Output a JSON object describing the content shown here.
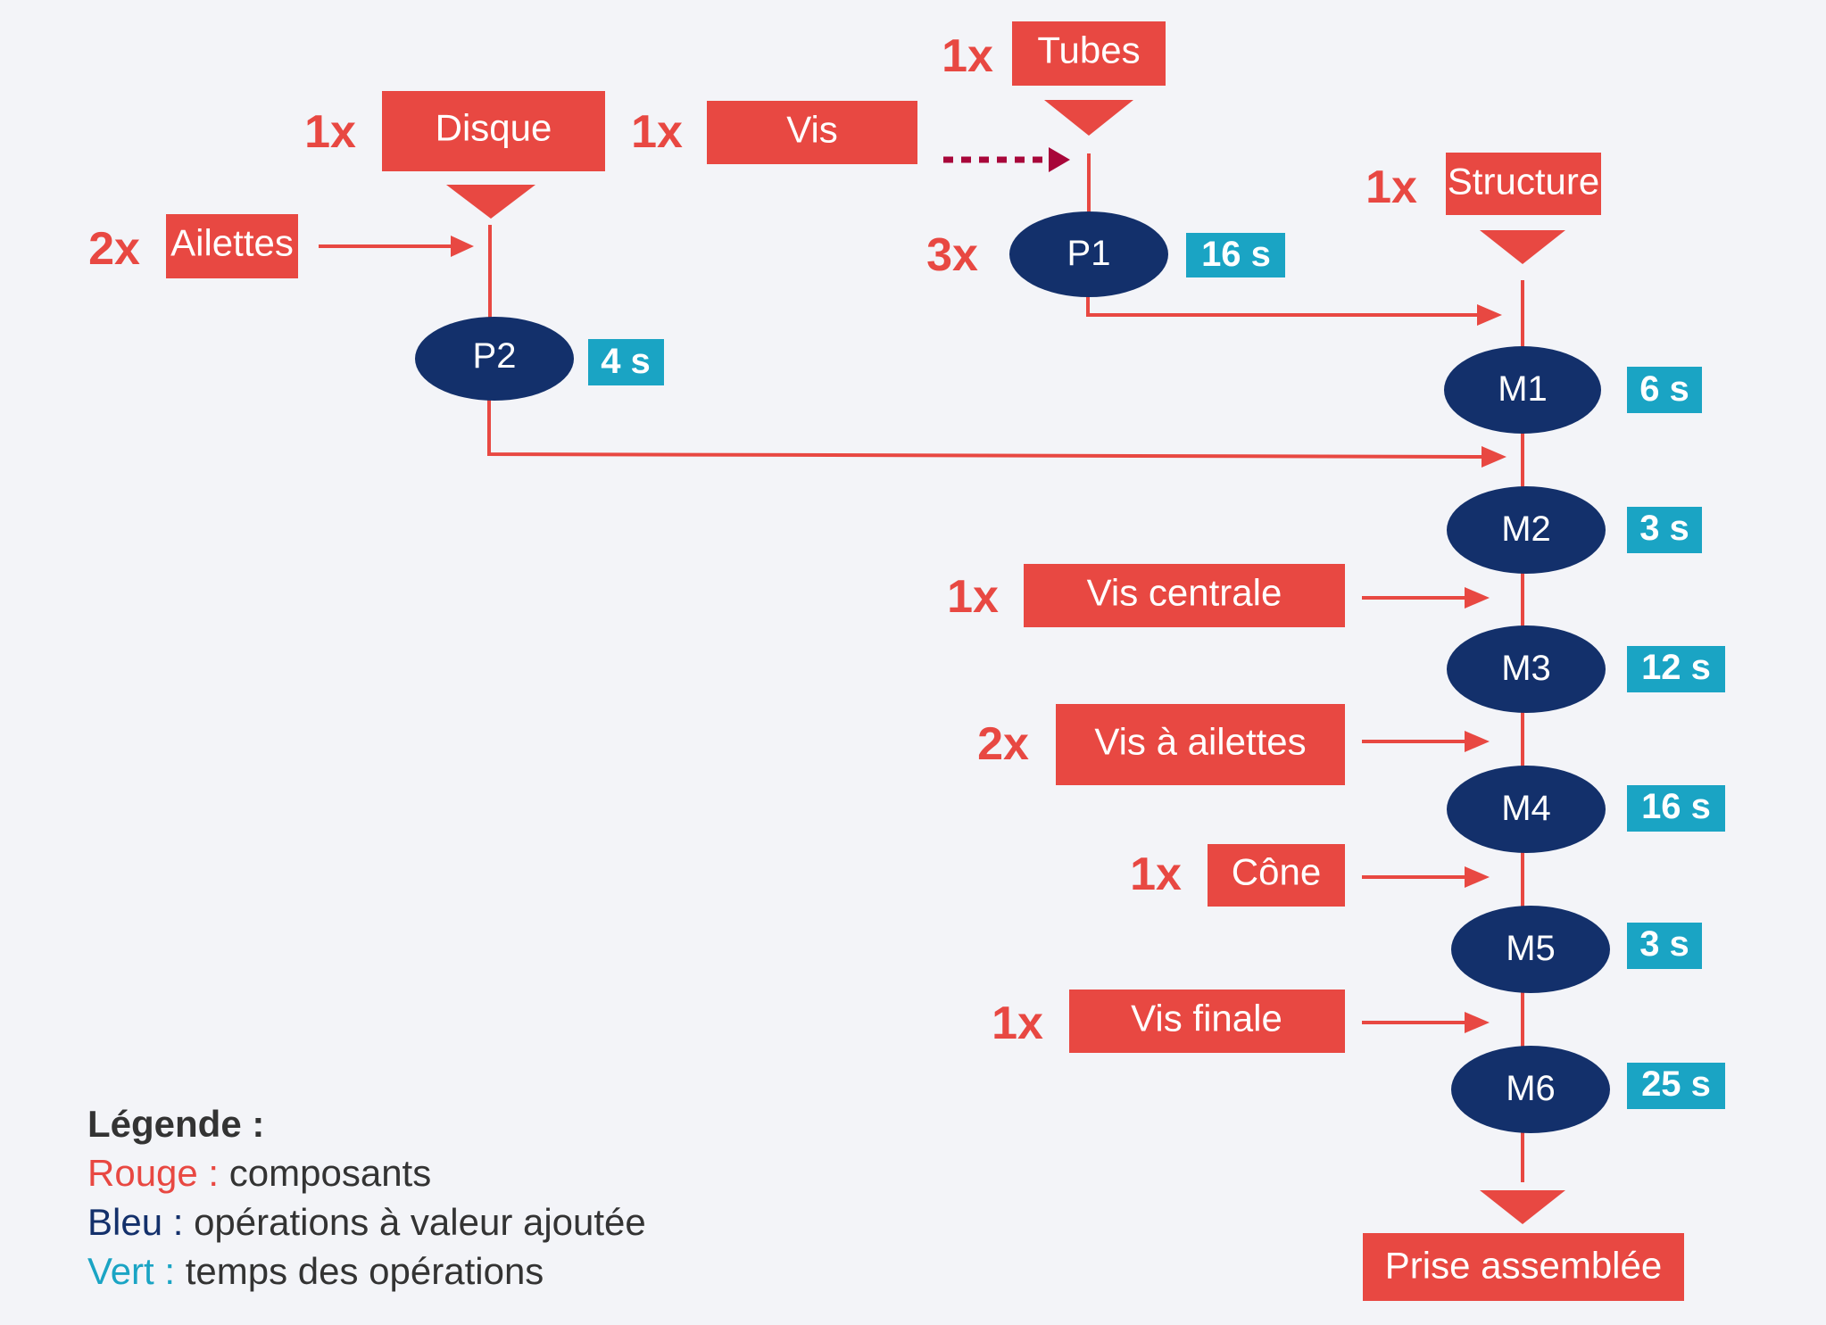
{
  "colors": {
    "component": "#e84842",
    "operation": "#13306b",
    "time": "#1aa4c4",
    "dotted_arrow": "#a8063a",
    "background": "#f3f4f8"
  },
  "components": {
    "tubes": {
      "label": "Tubes",
      "qty": "1x"
    },
    "disque": {
      "label": "Disque",
      "qty": "1x"
    },
    "vis": {
      "label": "Vis",
      "qty": "1x"
    },
    "ailettes": {
      "label": "Ailettes",
      "qty": "2x"
    },
    "structure": {
      "label": "Structure",
      "qty": "1x"
    },
    "vis_centrale": {
      "label": "Vis centrale",
      "qty": "1x"
    },
    "vis_ailettes": {
      "label": "Vis à ailettes",
      "qty": "2x"
    },
    "cone": {
      "label": "Cône",
      "qty": "1x"
    },
    "vis_finale": {
      "label": "Vis finale",
      "qty": "1x"
    },
    "prise": {
      "label": "Prise assemblée"
    }
  },
  "operations": {
    "p1": {
      "label": "P1",
      "qty": "3x",
      "time": "16 s"
    },
    "p2": {
      "label": "P2",
      "time": "4 s"
    },
    "m1": {
      "label": "M1",
      "time": "6 s"
    },
    "m2": {
      "label": "M2",
      "time": "3 s"
    },
    "m3": {
      "label": "M3",
      "time": "12 s"
    },
    "m4": {
      "label": "M4",
      "time": "16 s"
    },
    "m5": {
      "label": "M5",
      "time": "3 s"
    },
    "m6": {
      "label": "M6",
      "time": "25 s"
    }
  },
  "legend": {
    "title": "Légende :",
    "rows": [
      {
        "key": "Rouge :",
        "text": "composants"
      },
      {
        "key": "Bleu :",
        "text": "opérations à valeur ajoutée"
      },
      {
        "key": "Vert :",
        "text": "temps des opérations"
      }
    ]
  }
}
